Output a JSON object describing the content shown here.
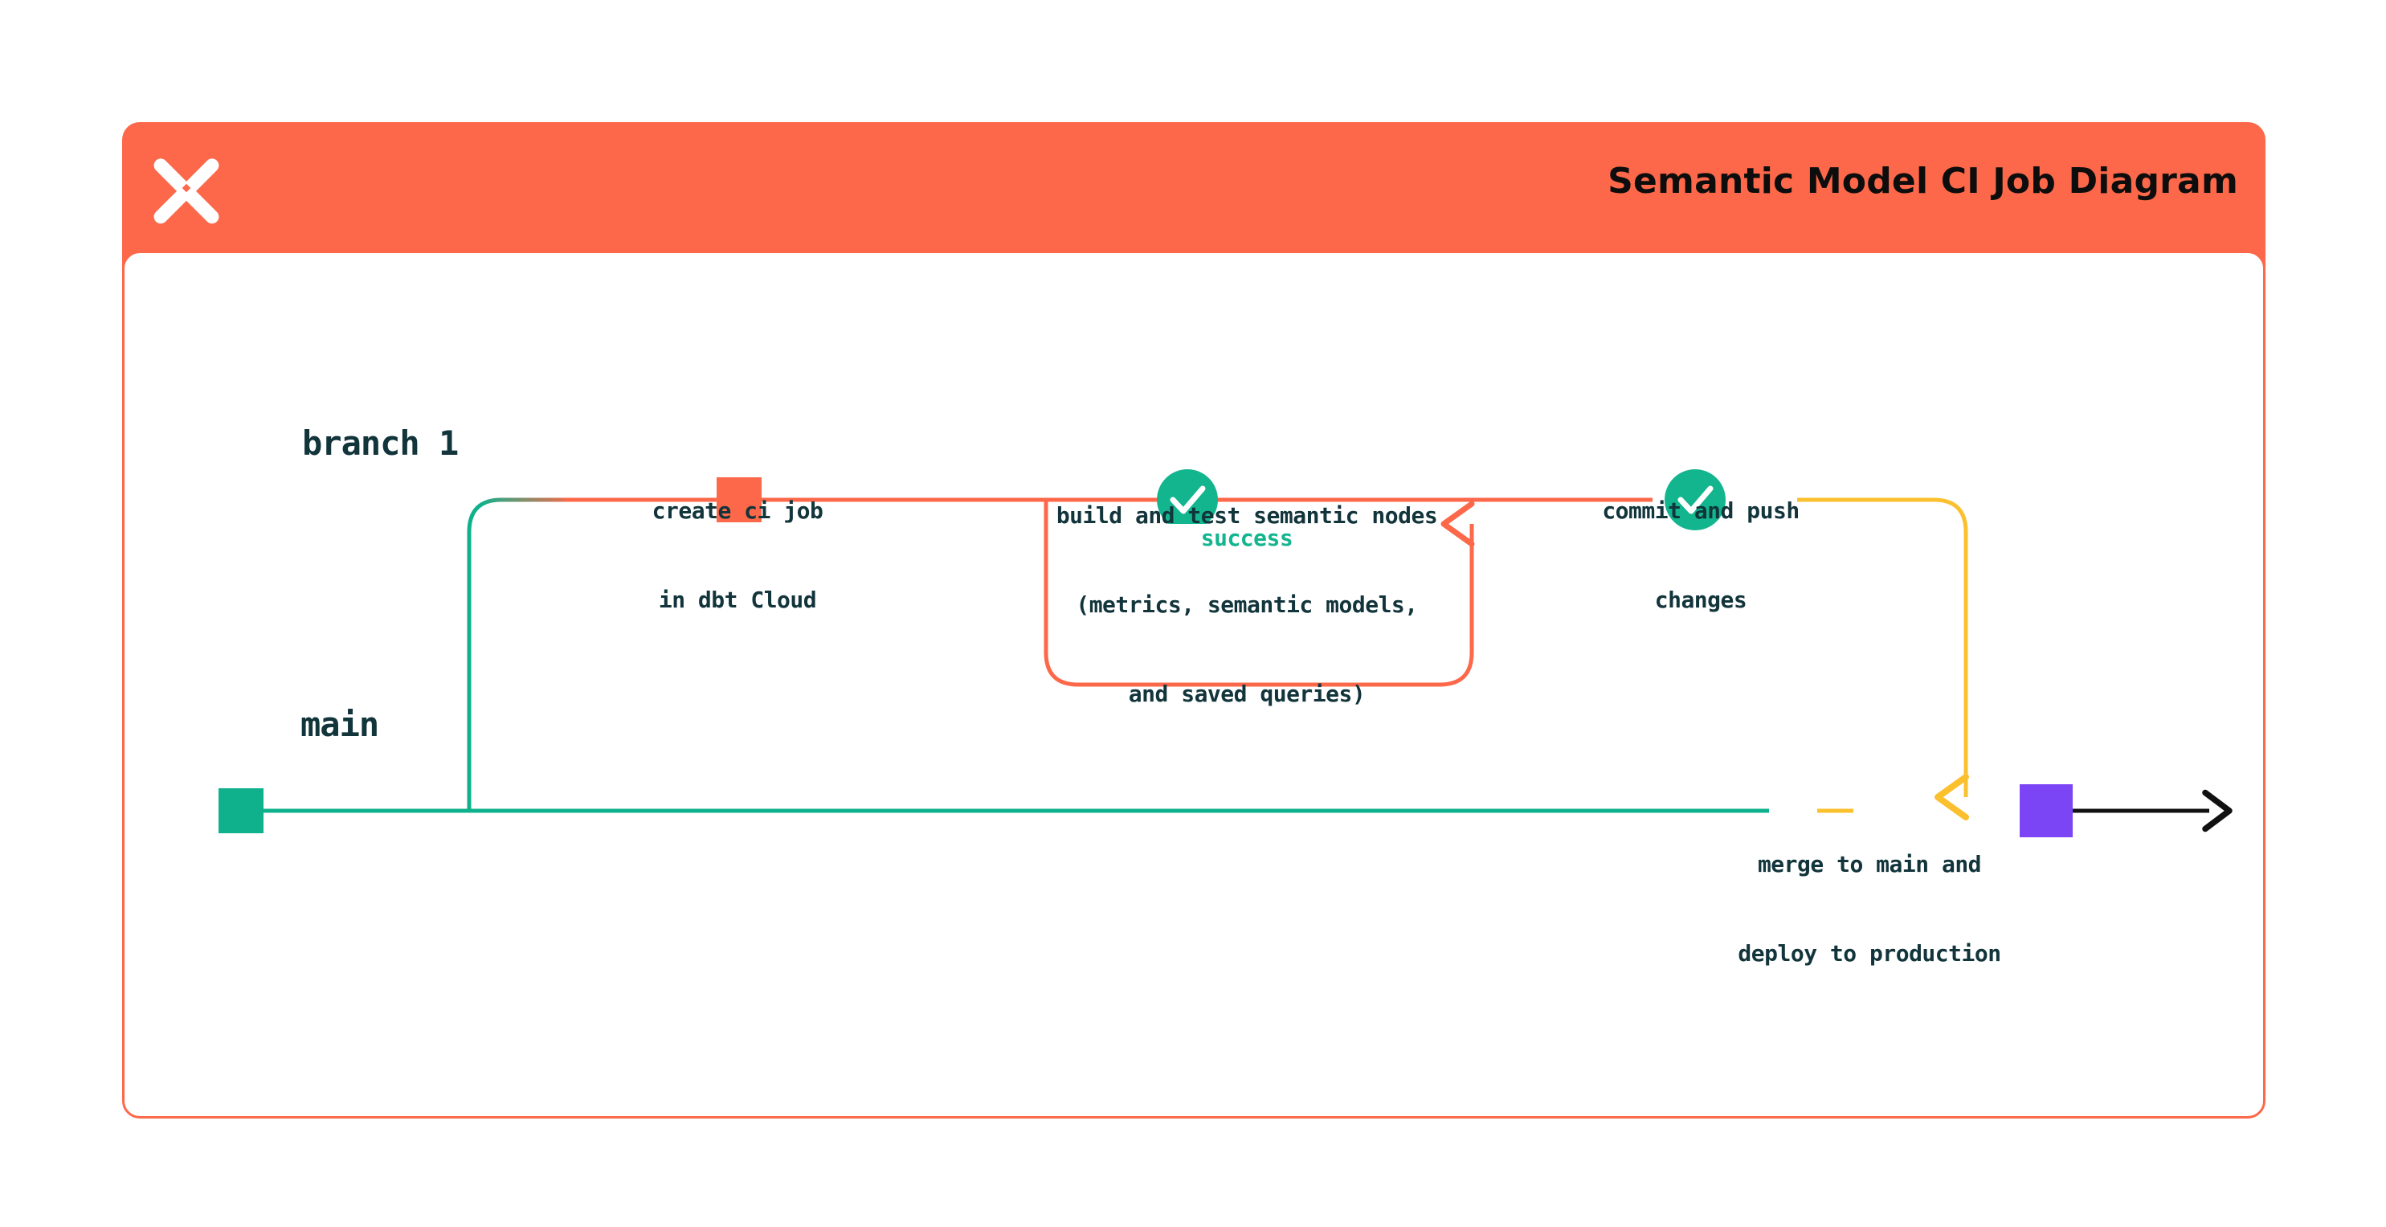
{
  "header": {
    "title": "Semantic Model CI Job Diagram",
    "logo_icon": "dbt-logo-icon",
    "background_color": "#FC6849"
  },
  "colors": {
    "orange": "#FC6849",
    "green": "#12B58E",
    "teal": "#0FB18C",
    "yellow": "#FBC02D",
    "purple": "#7B45F5",
    "black": "#111111",
    "text_dark": "#12343B"
  },
  "diagram": {
    "type": "git-branch-flow",
    "lanes": [
      {
        "id": "branch1",
        "label": "branch 1",
        "color": "#FC6849"
      },
      {
        "id": "main",
        "label": "main",
        "color": "#0FB18C"
      }
    ],
    "commits": [
      {
        "id": "create-ci-job",
        "lane": "branch1",
        "marker": "square",
        "color": "#FC6849",
        "label": "create ci job\nin dbt Cloud"
      },
      {
        "id": "build-and-test",
        "lane": "branch1",
        "marker": "check-circle",
        "color": "#12B58E",
        "label": "build and test semantic nodes\n(metrics, semantic models,\nand saved queries)"
      },
      {
        "id": "commit-and-push",
        "lane": "branch1",
        "marker": "check-circle",
        "color": "#12B58E",
        "label": "commit and push\nchanges"
      },
      {
        "id": "merge-to-main",
        "lane": "main",
        "marker": "square",
        "color": "#7B45F5",
        "label": "merge to main and\ndeploy to production"
      }
    ],
    "loop": {
      "label": "success",
      "color": "#FC6849",
      "label_color": "#12B58E"
    },
    "main_start_marker": {
      "color": "#0FB18C",
      "shape": "square"
    },
    "end_arrow": {
      "color": "#111111",
      "direction": "right"
    }
  },
  "labels": {
    "branch1": "branch 1",
    "main": "main",
    "create_ci_job_line1": "create ci job",
    "create_ci_job_line2": "in dbt Cloud",
    "build_test_line1": "build and test semantic nodes",
    "build_test_line2": "(metrics, semantic models,",
    "build_test_line3": "and saved queries)",
    "commit_push_line1": "commit and push",
    "commit_push_line2": "changes",
    "merge_line1": "merge to main and",
    "merge_line2": "deploy to production",
    "success": "success"
  }
}
